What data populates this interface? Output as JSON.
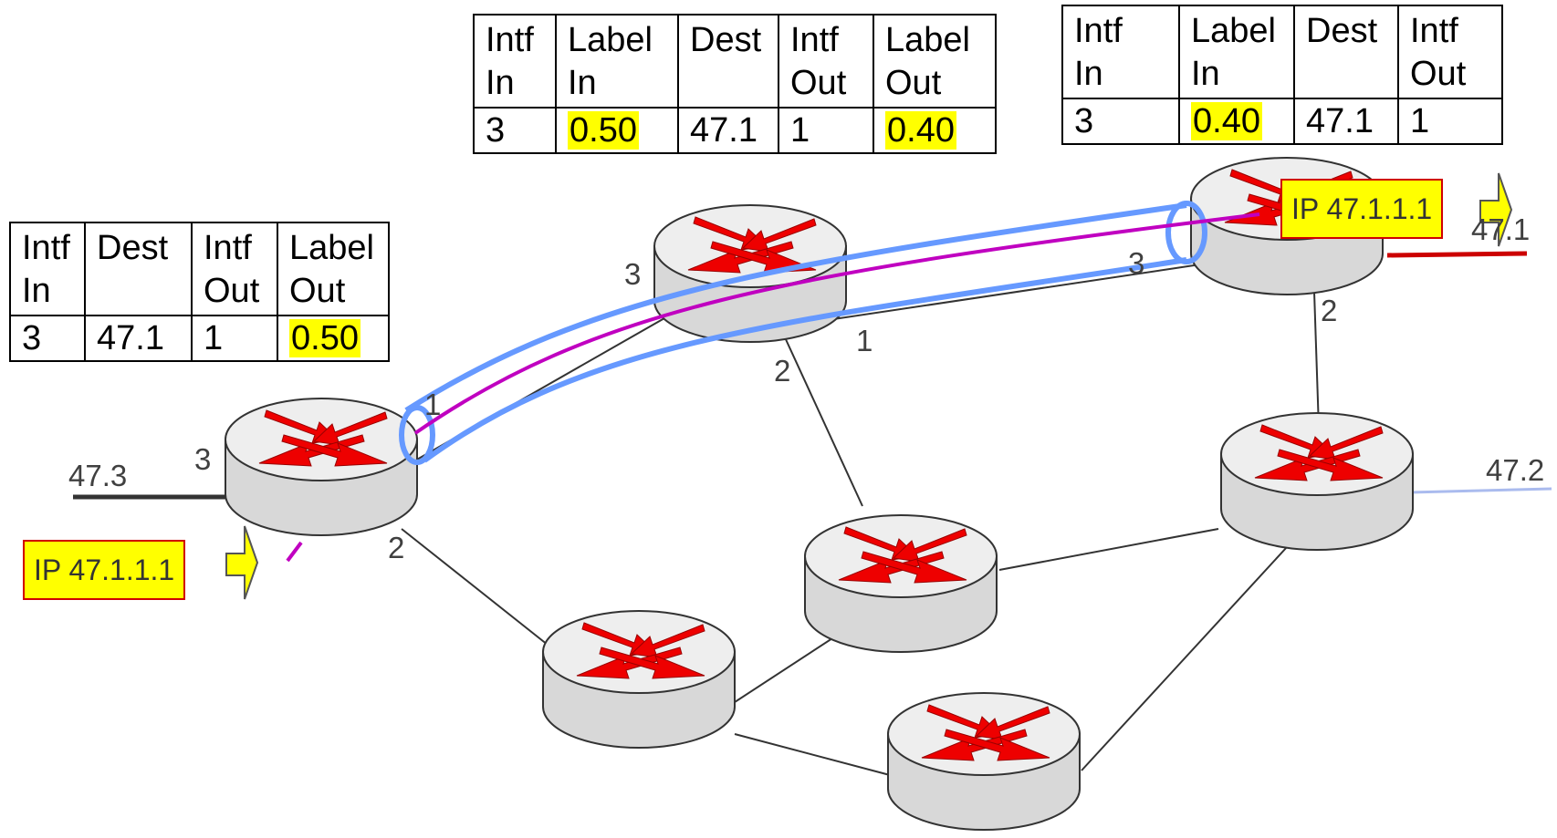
{
  "tables": {
    "left": {
      "headers": [
        "Intf\nIn",
        "Dest",
        "Intf\nOut",
        "Label\nOut"
      ],
      "row": [
        "3",
        "47.1",
        "1",
        "0.50"
      ],
      "highlight_col": 3
    },
    "mid": {
      "headers": [
        "Intf\nIn",
        "Label\nIn",
        "Dest",
        "Intf\nOut",
        "Label\nOut"
      ],
      "row": [
        "3",
        "0.50",
        "47.1",
        "1",
        "0.40"
      ],
      "highlight_cols": [
        1,
        4
      ]
    },
    "right": {
      "headers": [
        "Intf\nIn",
        "Label\nIn",
        "Dest",
        "Intf\nOut"
      ],
      "row": [
        "3",
        "0.40",
        "47.1",
        "1"
      ],
      "highlight_col": 1
    }
  },
  "ports": {
    "r1_3": "3",
    "r1_1": "1",
    "r1_2": "2",
    "r2_3": "3",
    "r2_2": "2",
    "r2_1": "1",
    "r3_3": "3",
    "r3_2": "2"
  },
  "networks": {
    "left": "47.3",
    "right_top": "47.1",
    "right_mid": "47.2"
  },
  "packets": {
    "ingress": "IP 47.1.1.1",
    "egress": "IP 47.1.1.1"
  },
  "colors": {
    "highlight": "#ffff00",
    "tunnel": "#6699ff",
    "path": "#c000c0",
    "router_arrow": "#ee0000",
    "net_47_1": "#cc0000",
    "net_47_2": "#aabbee",
    "net_47_3": "#333333"
  },
  "icons": {
    "router": "router-icon",
    "packet_arrow": "packet-arrow-icon"
  }
}
